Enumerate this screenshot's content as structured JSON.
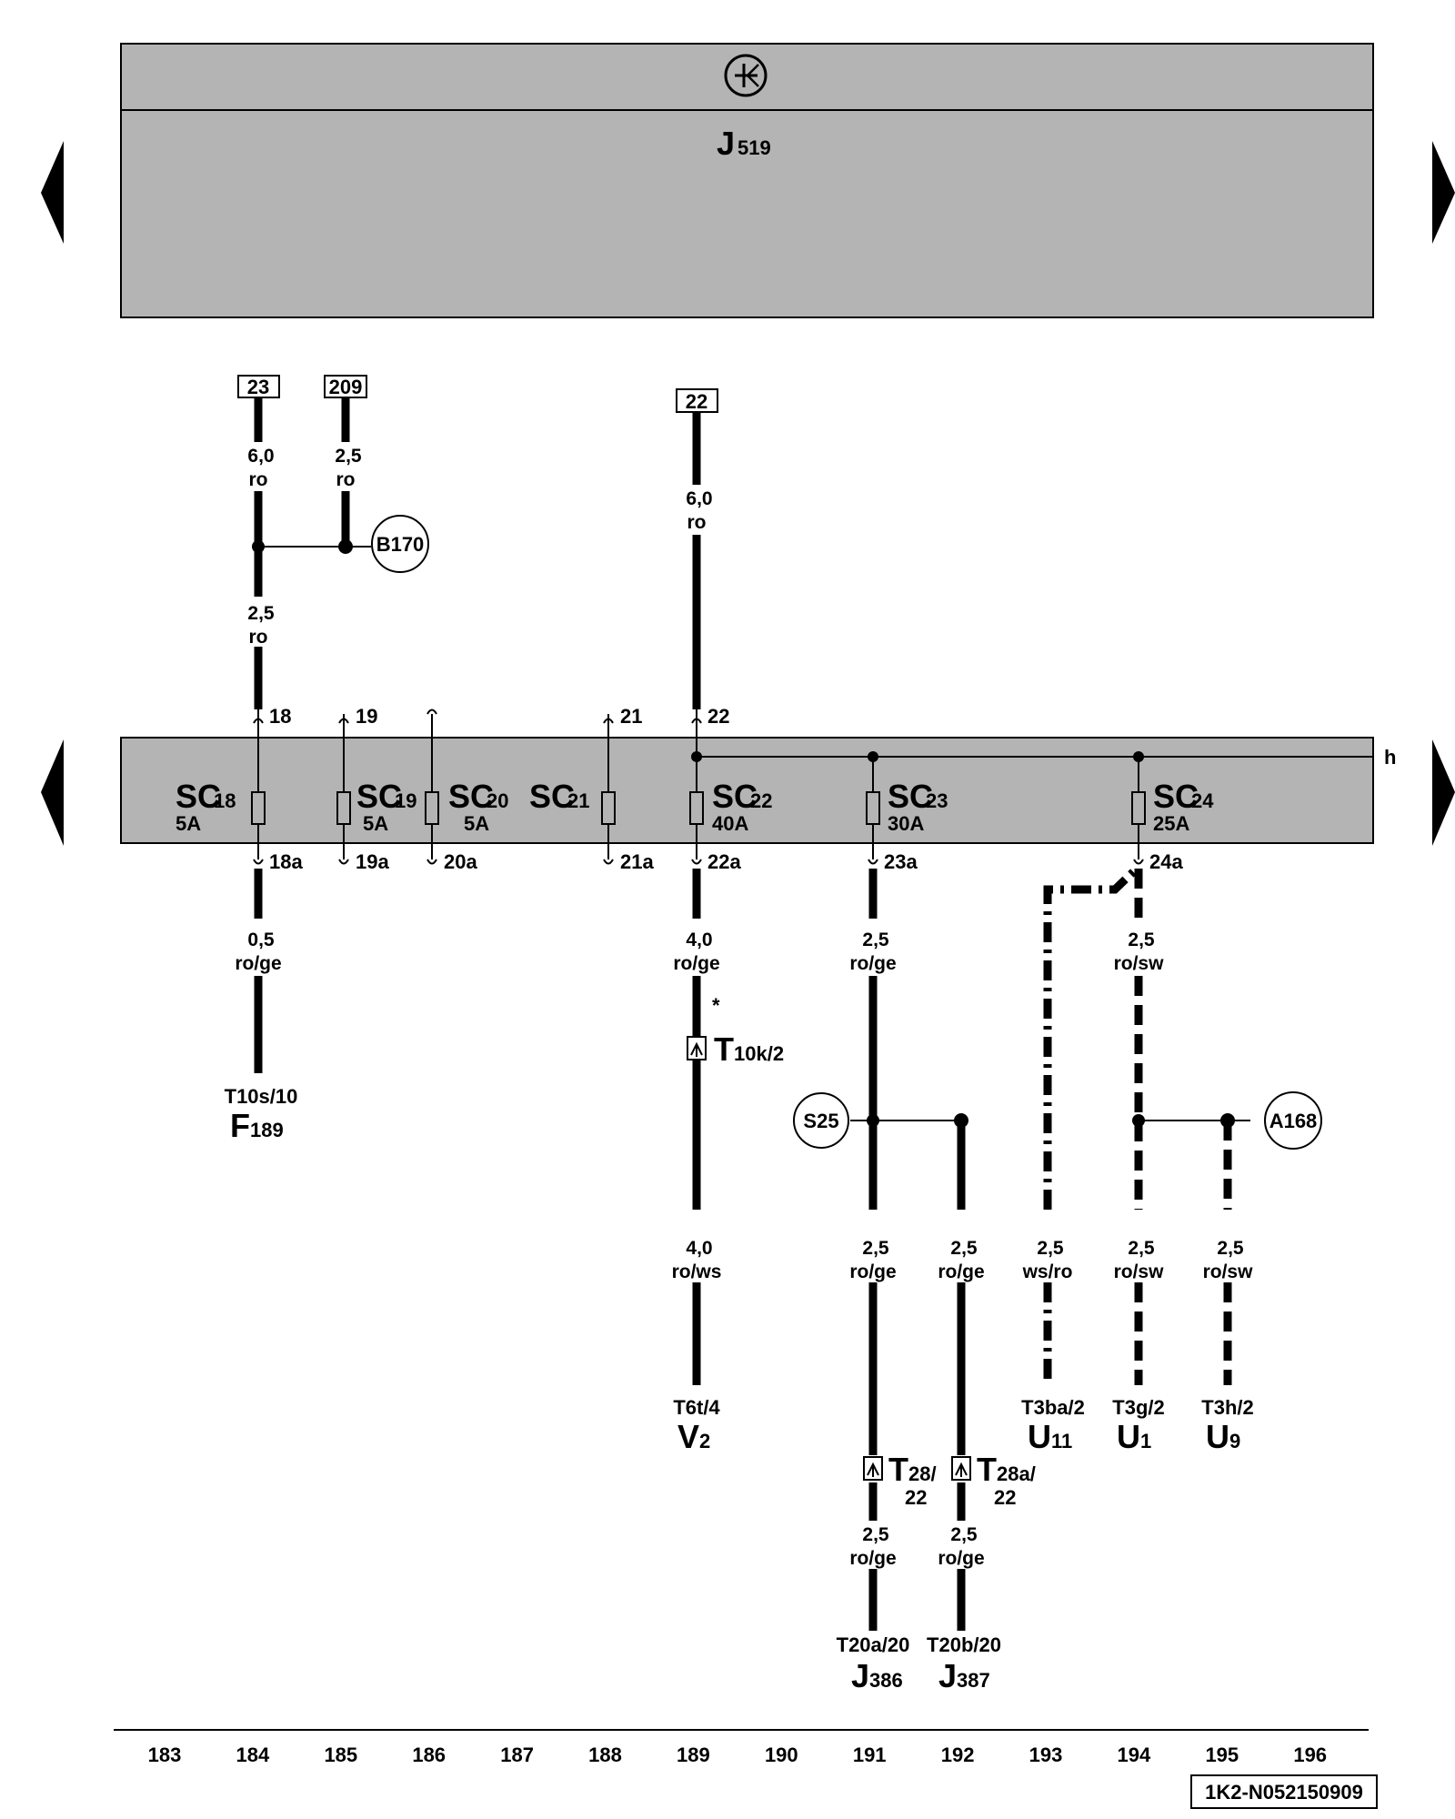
{
  "header": {
    "symbol_icon": "ground-symbol-icon",
    "module_letter": "J",
    "module_sub": "519"
  },
  "nav": {
    "prev_icon": "triangle-left-icon",
    "next_icon": "triangle-right-icon"
  },
  "connectors": {
    "c23": "23",
    "c209": "209",
    "c22": "22"
  },
  "junctions": {
    "b170": "B170",
    "s25": "S25",
    "a168": "A168"
  },
  "bus_label": "h",
  "fuses": [
    {
      "sc": "SC",
      "num": "18",
      "rating": "5A",
      "top": "18",
      "bottom": "18a"
    },
    {
      "sc": "SC",
      "num": "19",
      "rating": "5A",
      "top": "19",
      "bottom": "19a"
    },
    {
      "sc": "SC",
      "num": "20",
      "rating": "5A",
      "top": "",
      "bottom": "20a"
    },
    {
      "sc": "SC",
      "num": "21",
      "rating": "",
      "top": "21",
      "bottom": "21a"
    },
    {
      "sc": "SC",
      "num": "22",
      "rating": "40A",
      "top": "22",
      "bottom": "22a"
    },
    {
      "sc": "SC",
      "num": "23",
      "rating": "30A",
      "top": "",
      "bottom": "23a"
    },
    {
      "sc": "SC",
      "num": "24",
      "rating": "25A",
      "top": "",
      "bottom": "24a"
    }
  ],
  "wires": {
    "w23_top": {
      "size": "6,0",
      "color": "ro"
    },
    "w209": {
      "size": "2,5",
      "color": "ro"
    },
    "w23_low": {
      "size": "2,5",
      "color": "ro"
    },
    "w22_top": {
      "size": "6,0",
      "color": "ro"
    },
    "w18a": {
      "size": "0,5",
      "color": "ro/ge"
    },
    "w22a_1": {
      "size": "4,0",
      "color": "ro/ge"
    },
    "w22a_2": {
      "size": "4,0",
      "color": "ro/ws"
    },
    "w23a_1": {
      "size": "2,5",
      "color": "ro/ge"
    },
    "w23a_2": {
      "size": "2,5",
      "color": "ro/ge"
    },
    "w23a_3": {
      "size": "2,5",
      "color": "ro/ge"
    },
    "w192_1": {
      "size": "2,5",
      "color": "ro/ge"
    },
    "w192_2": {
      "size": "2,5",
      "color": "ro/ge"
    },
    "w24a_1": {
      "size": "2,5",
      "color": "ro/sw"
    },
    "w193": {
      "size": "2,5",
      "color": "ws/ro"
    },
    "w194": {
      "size": "2,5",
      "color": "ro/sw"
    },
    "w195": {
      "size": "2,5",
      "color": "ro/sw"
    }
  },
  "asterisk": "*",
  "plugs": {
    "t10k": {
      "letter": "T",
      "sub": "10k/2"
    },
    "t28": {
      "letter": "T",
      "sub": "28/",
      "sub2": "22"
    },
    "t28a": {
      "letter": "T",
      "sub": "28a/",
      "sub2": "22"
    }
  },
  "components": {
    "f189": {
      "pin": "T10s/10",
      "letter": "F",
      "sub": "189"
    },
    "v2": {
      "pin": "T6t/4",
      "letter": "V",
      "sub": "2"
    },
    "u11": {
      "pin": "T3ba/2",
      "letter": "U",
      "sub": "11"
    },
    "u1": {
      "pin": "T3g/2",
      "letter": "U",
      "sub": "1"
    },
    "u9": {
      "pin": "T3h/2",
      "letter": "U",
      "sub": "9"
    },
    "j386": {
      "pin": "T20a/20",
      "letter": "J",
      "sub": "386"
    },
    "j387": {
      "pin": "T20b/20",
      "letter": "J",
      "sub": "387"
    }
  },
  "track_numbers": [
    "183",
    "184",
    "185",
    "186",
    "187",
    "188",
    "189",
    "190",
    "191",
    "192",
    "193",
    "194",
    "195",
    "196"
  ],
  "doc_id": "1K2-N052150909"
}
